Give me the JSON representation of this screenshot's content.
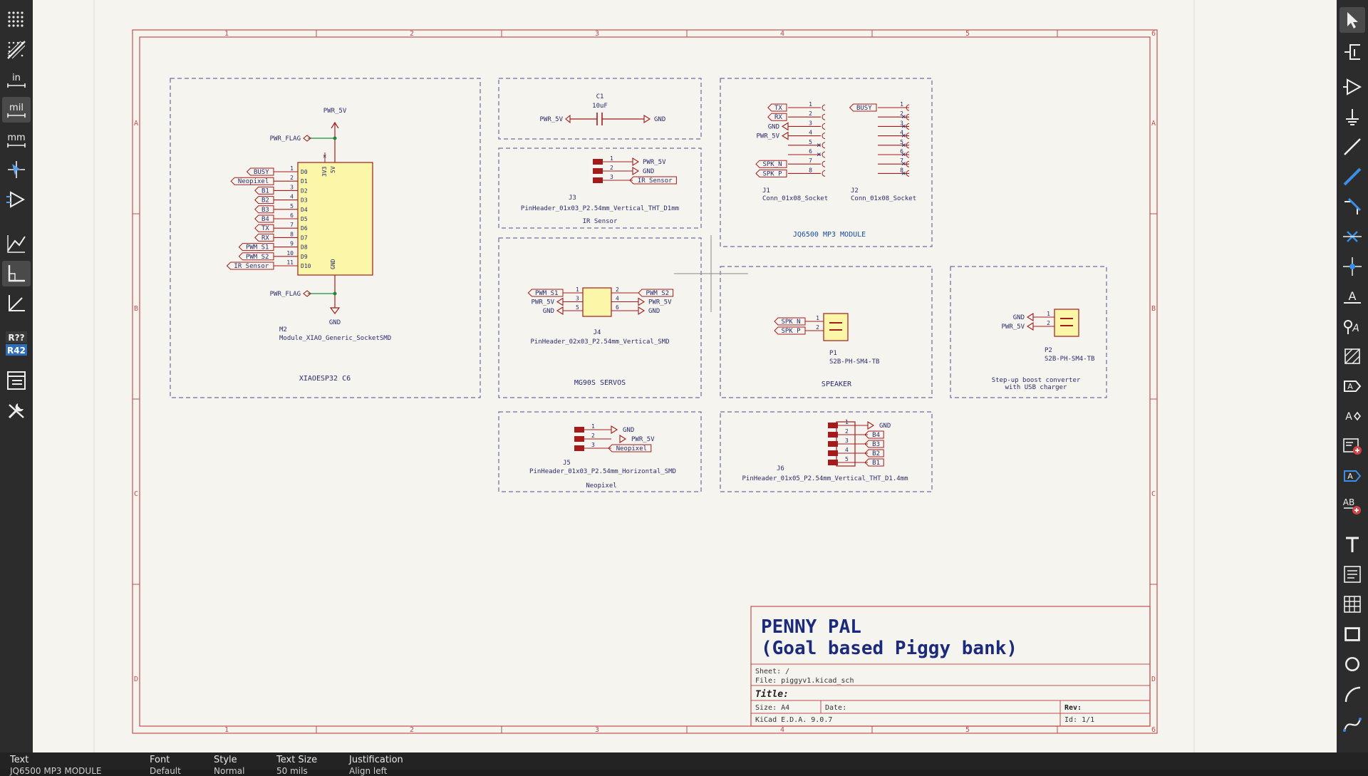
{
  "left_toolbar": {
    "units": {
      "inch": "in",
      "mil": "mil",
      "mm": "mm"
    },
    "annotate_label_top": "R??",
    "annotate_label_bottom": "R42"
  },
  "colors": {
    "sheet_border": "#c0504d",
    "wire": "#1e8a3c",
    "pin": "#a31b1b",
    "component_fill": "#fbf6a8",
    "text": "#2b2b6b",
    "box": "#6c6ca0",
    "title_text": "#1b2a7a"
  },
  "sheet": {
    "col_numbers": [
      "1",
      "2",
      "3",
      "4",
      "5",
      "6"
    ],
    "row_letters": [
      "A",
      "B",
      "C",
      "D"
    ]
  },
  "blocks": {
    "xiao": {
      "label": "XIAOESP32 C6",
      "power_top": "PWR_5V",
      "flag_top": "PWR_FLAG",
      "flag_bottom": "PWR_FLAG",
      "gnd": "GND",
      "ref": "M2",
      "value": "Module_XIAO_Generic_SocketSMD",
      "pin_3v3": "3V3",
      "pin_5v": "5V",
      "pin_gnd": "GND",
      "signals": [
        "BUSY",
        "Neopixel",
        "B1",
        "B2",
        "B3",
        "B4",
        "TX",
        "RX",
        "PWM_S1",
        "PWM_S2",
        "IR Sensor"
      ],
      "pin_numbers": [
        "1",
        "2",
        "3",
        "4",
        "5",
        "6",
        "7",
        "8",
        "9",
        "10",
        "11"
      ],
      "pin_names": [
        "D0",
        "D1",
        "D2",
        "D3",
        "D4",
        "D5",
        "D6",
        "D7",
        "D8",
        "D9",
        "D10"
      ]
    },
    "cap": {
      "ref": "C1",
      "value": "10uF",
      "left_net": "PWR_5V",
      "right_net": "GND"
    },
    "ir": {
      "nets": [
        "PWR_5V",
        "GND",
        "IR Sensor"
      ],
      "pins": [
        "1",
        "2",
        "3"
      ],
      "ref": "J3",
      "value": "PinHeader_01x03_P2.54mm_Vertical_THT_D1mm",
      "label": "IR Sensor"
    },
    "servo": {
      "left_nets": [
        "PWM_S1",
        "PWR_5V",
        "GND"
      ],
      "left_pins": [
        "1",
        "3",
        "5"
      ],
      "right_nets": [
        "PWM_S2",
        "PWR_5V",
        "GND"
      ],
      "right_pins": [
        "2",
        "4",
        "6"
      ],
      "ref": "J4",
      "value": "PinHeader_02x03_P2.54mm_Vertical_SMD",
      "label": "MG90S SERVOS"
    },
    "mp3": {
      "j1_nets": [
        "TX",
        "RX",
        "GND",
        "PWR_5V",
        "",
        "",
        "SPK_N",
        "SPK_P"
      ],
      "j2_net": "BUSY",
      "pins": [
        "1",
        "2",
        "3",
        "4",
        "5",
        "6",
        "7",
        "8"
      ],
      "j1_ref": "J1",
      "j1_value": "Conn_01x08_Socket",
      "j2_ref": "J2",
      "j2_value": "Conn_01x08_Socket",
      "label": "JQ6500 MP3 MODULE"
    },
    "speaker": {
      "nets": [
        "SPK_N",
        "SPK_P"
      ],
      "pins": [
        "1",
        "2"
      ],
      "ref": "P1",
      "value": "S2B-PH-SM4-TB",
      "label": "SPEAKER"
    },
    "boost": {
      "nets": [
        "GND",
        "PWR_5V"
      ],
      "pins": [
        "1",
        "2"
      ],
      "ref": "P2",
      "value": "S2B-PH-SM4-TB",
      "label_line1": "Step-up boost converter",
      "label_line2": "with USB charger"
    },
    "neopixel": {
      "nets": [
        "GND",
        "PWR_5V",
        "Neopixel"
      ],
      "pins": [
        "1",
        "2",
        "3"
      ],
      "ref": "J5",
      "value": "PinHeader_01x03_P2.54mm_Horizontal_SMD",
      "label": "Neopixel"
    },
    "buttons": {
      "nets": [
        "GND",
        "B4",
        "B3",
        "B2",
        "B1"
      ],
      "pins": [
        "1",
        "2",
        "3",
        "4",
        "5"
      ],
      "ref": "J6",
      "value": "PinHeader_01x05_P2.54mm_Vertical_THT_D1.4mm"
    }
  },
  "title_block": {
    "line1": "PENNY PAL",
    "line2": "(Goal based Piggy bank)",
    "sheet": "Sheet: /",
    "file": "File: piggyv1.kicad_sch",
    "title": "Title:",
    "size": "Size: A4",
    "date": "Date:",
    "rev": "Rev:",
    "tool": "KiCad E.D.A. 9.0.7",
    "id": "Id: 1/1"
  },
  "statusbar": {
    "labels": [
      "Text",
      "Font",
      "Style",
      "Text Size",
      "Justification"
    ],
    "values": [
      "JQ6500 MP3 MODULE",
      "Default",
      "Normal",
      "50 mils",
      "Align left"
    ]
  }
}
